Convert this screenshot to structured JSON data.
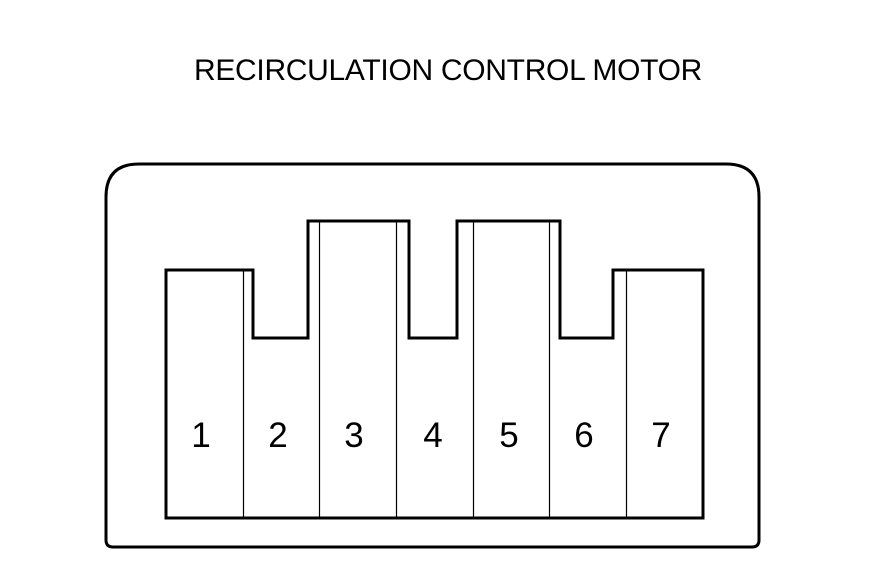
{
  "title": "RECIRCULATION CONTROL MOTOR",
  "colors": {
    "line": "#000000",
    "background": "#ffffff"
  },
  "connector": {
    "pins": [
      {
        "number": "1"
      },
      {
        "number": "2"
      },
      {
        "number": "3"
      },
      {
        "number": "4"
      },
      {
        "number": "5"
      },
      {
        "number": "6"
      },
      {
        "number": "7"
      }
    ]
  }
}
